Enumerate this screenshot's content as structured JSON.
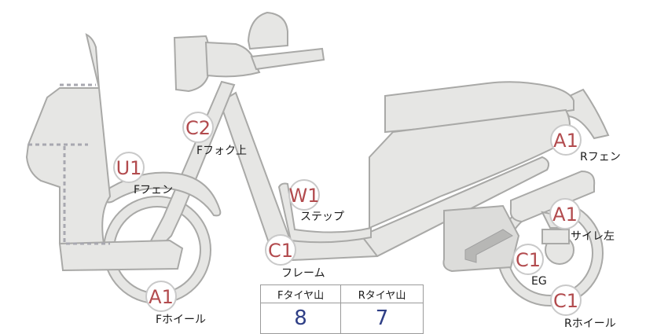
{
  "badges": [
    {
      "id": "front-fork-upper",
      "code": "C2",
      "label": "Fフォク上"
    },
    {
      "id": "front-fender",
      "code": "U1",
      "label": "Fフェン"
    },
    {
      "id": "step",
      "code": "W1",
      "label": "ステップ"
    },
    {
      "id": "frame",
      "code": "C1",
      "label": "フレーム"
    },
    {
      "id": "front-wheel",
      "code": "A1",
      "label": "Fホイール"
    },
    {
      "id": "rear-fender",
      "code": "A1",
      "label": "Rフェン"
    },
    {
      "id": "muffler-left",
      "code": "A1",
      "label": "サイレ左"
    },
    {
      "id": "engine",
      "code": "C1",
      "label": "EG"
    },
    {
      "id": "rear-wheel",
      "code": "C1",
      "label": "Rホイール"
    }
  ],
  "tire_table": {
    "headers": [
      "Fタイヤ山",
      "Rタイヤ山"
    ],
    "values": [
      "8",
      "7"
    ]
  },
  "colors": {
    "body_fill": "#e6e6e4",
    "outline": "#a9a9a7",
    "code_text": "#b24b4e",
    "value_text": "#2f3f86"
  }
}
